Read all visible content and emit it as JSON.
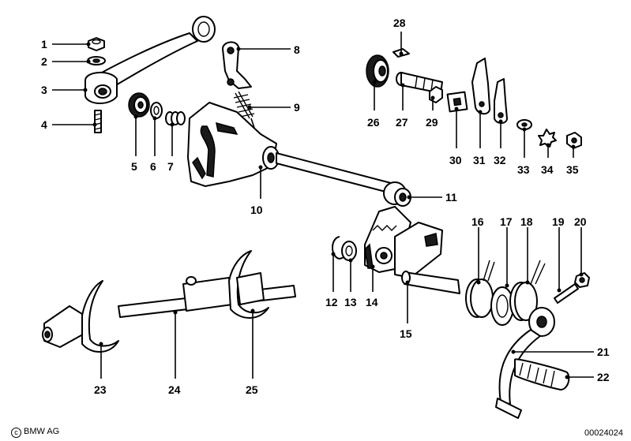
{
  "diagram": {
    "callouts": [
      {
        "id": "1",
        "label": "1"
      },
      {
        "id": "2",
        "label": "2"
      },
      {
        "id": "3",
        "label": "3"
      },
      {
        "id": "4",
        "label": "4"
      },
      {
        "id": "5",
        "label": "5"
      },
      {
        "id": "6",
        "label": "6"
      },
      {
        "id": "7",
        "label": "7"
      },
      {
        "id": "8",
        "label": "8"
      },
      {
        "id": "9",
        "label": "9"
      },
      {
        "id": "10",
        "label": "10"
      },
      {
        "id": "11",
        "label": "11"
      },
      {
        "id": "12",
        "label": "12"
      },
      {
        "id": "13",
        "label": "13"
      },
      {
        "id": "14",
        "label": "14"
      },
      {
        "id": "15",
        "label": "15"
      },
      {
        "id": "16",
        "label": "16"
      },
      {
        "id": "17",
        "label": "17"
      },
      {
        "id": "18",
        "label": "18"
      },
      {
        "id": "19",
        "label": "19"
      },
      {
        "id": "20",
        "label": "20"
      },
      {
        "id": "21",
        "label": "21"
      },
      {
        "id": "22",
        "label": "22"
      },
      {
        "id": "23",
        "label": "23"
      },
      {
        "id": "24",
        "label": "24"
      },
      {
        "id": "25",
        "label": "25"
      },
      {
        "id": "26",
        "label": "26"
      },
      {
        "id": "27",
        "label": "27"
      },
      {
        "id": "28",
        "label": "28"
      },
      {
        "id": "29",
        "label": "29"
      },
      {
        "id": "30",
        "label": "30"
      },
      {
        "id": "31",
        "label": "31"
      },
      {
        "id": "32",
        "label": "32"
      },
      {
        "id": "33",
        "label": "33"
      },
      {
        "id": "34",
        "label": "34"
      },
      {
        "id": "35",
        "label": "35"
      }
    ]
  },
  "footer": {
    "copyright_symbol": "c",
    "copyright": "BMW AG",
    "diagram_code": "00024024"
  }
}
